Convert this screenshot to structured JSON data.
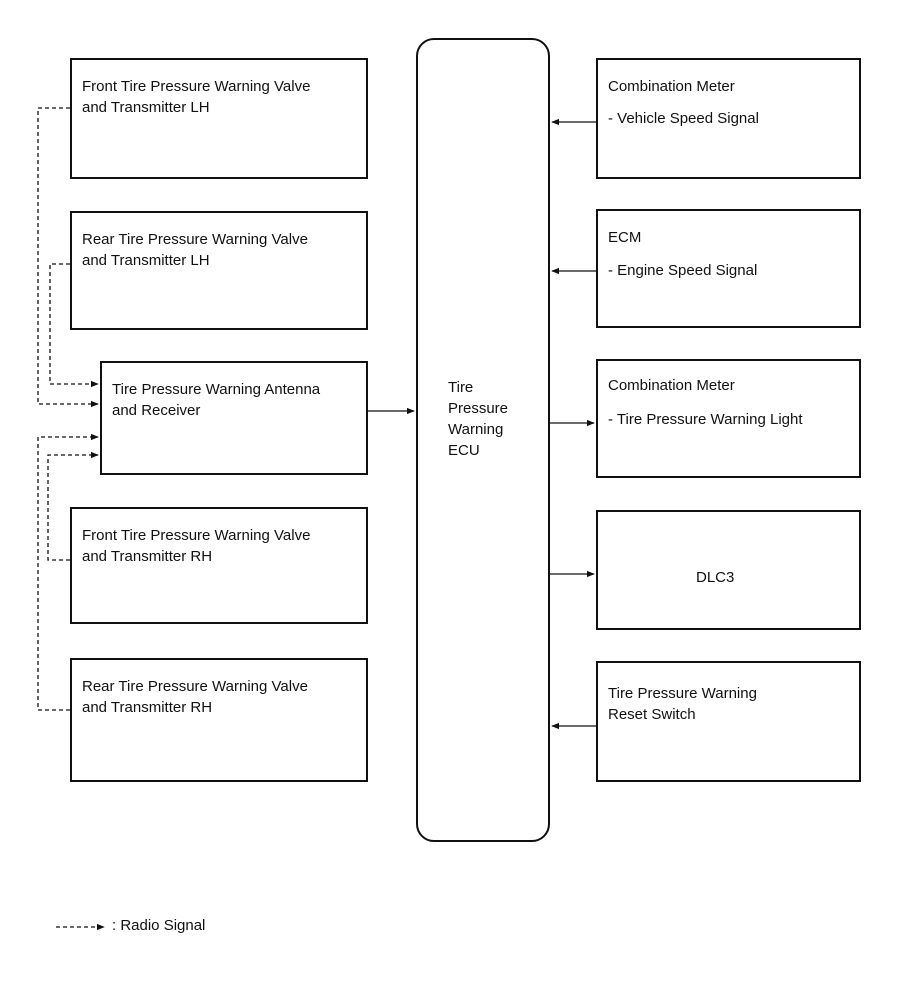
{
  "ecu": {
    "label": "Tire\nPressure\nWarning\nECU"
  },
  "left_boxes": [
    {
      "label": "Front Tire Pressure Warning Valve\nand Transmitter LH"
    },
    {
      "label": "Rear Tire Pressure Warning Valve\nand Transmitter LH"
    },
    {
      "label": "Tire Pressure Warning Antenna\nand Receiver"
    },
    {
      "label": "Front Tire Pressure Warning Valve\nand Transmitter RH"
    },
    {
      "label": "Rear Tire Pressure Warning Valve\nand Transmitter RH"
    }
  ],
  "right_boxes": [
    {
      "title": "Combination Meter",
      "detail": "- Vehicle Speed Signal"
    },
    {
      "title": "ECM",
      "detail": "- Engine Speed Signal"
    },
    {
      "title": "Combination Meter",
      "detail": "- Tire Pressure Warning Light"
    },
    {
      "title": "DLC3",
      "detail": ""
    },
    {
      "title": "Tire Pressure Warning\nReset Switch",
      "detail": ""
    }
  ],
  "legend": {
    "label": ": Radio Signal"
  }
}
